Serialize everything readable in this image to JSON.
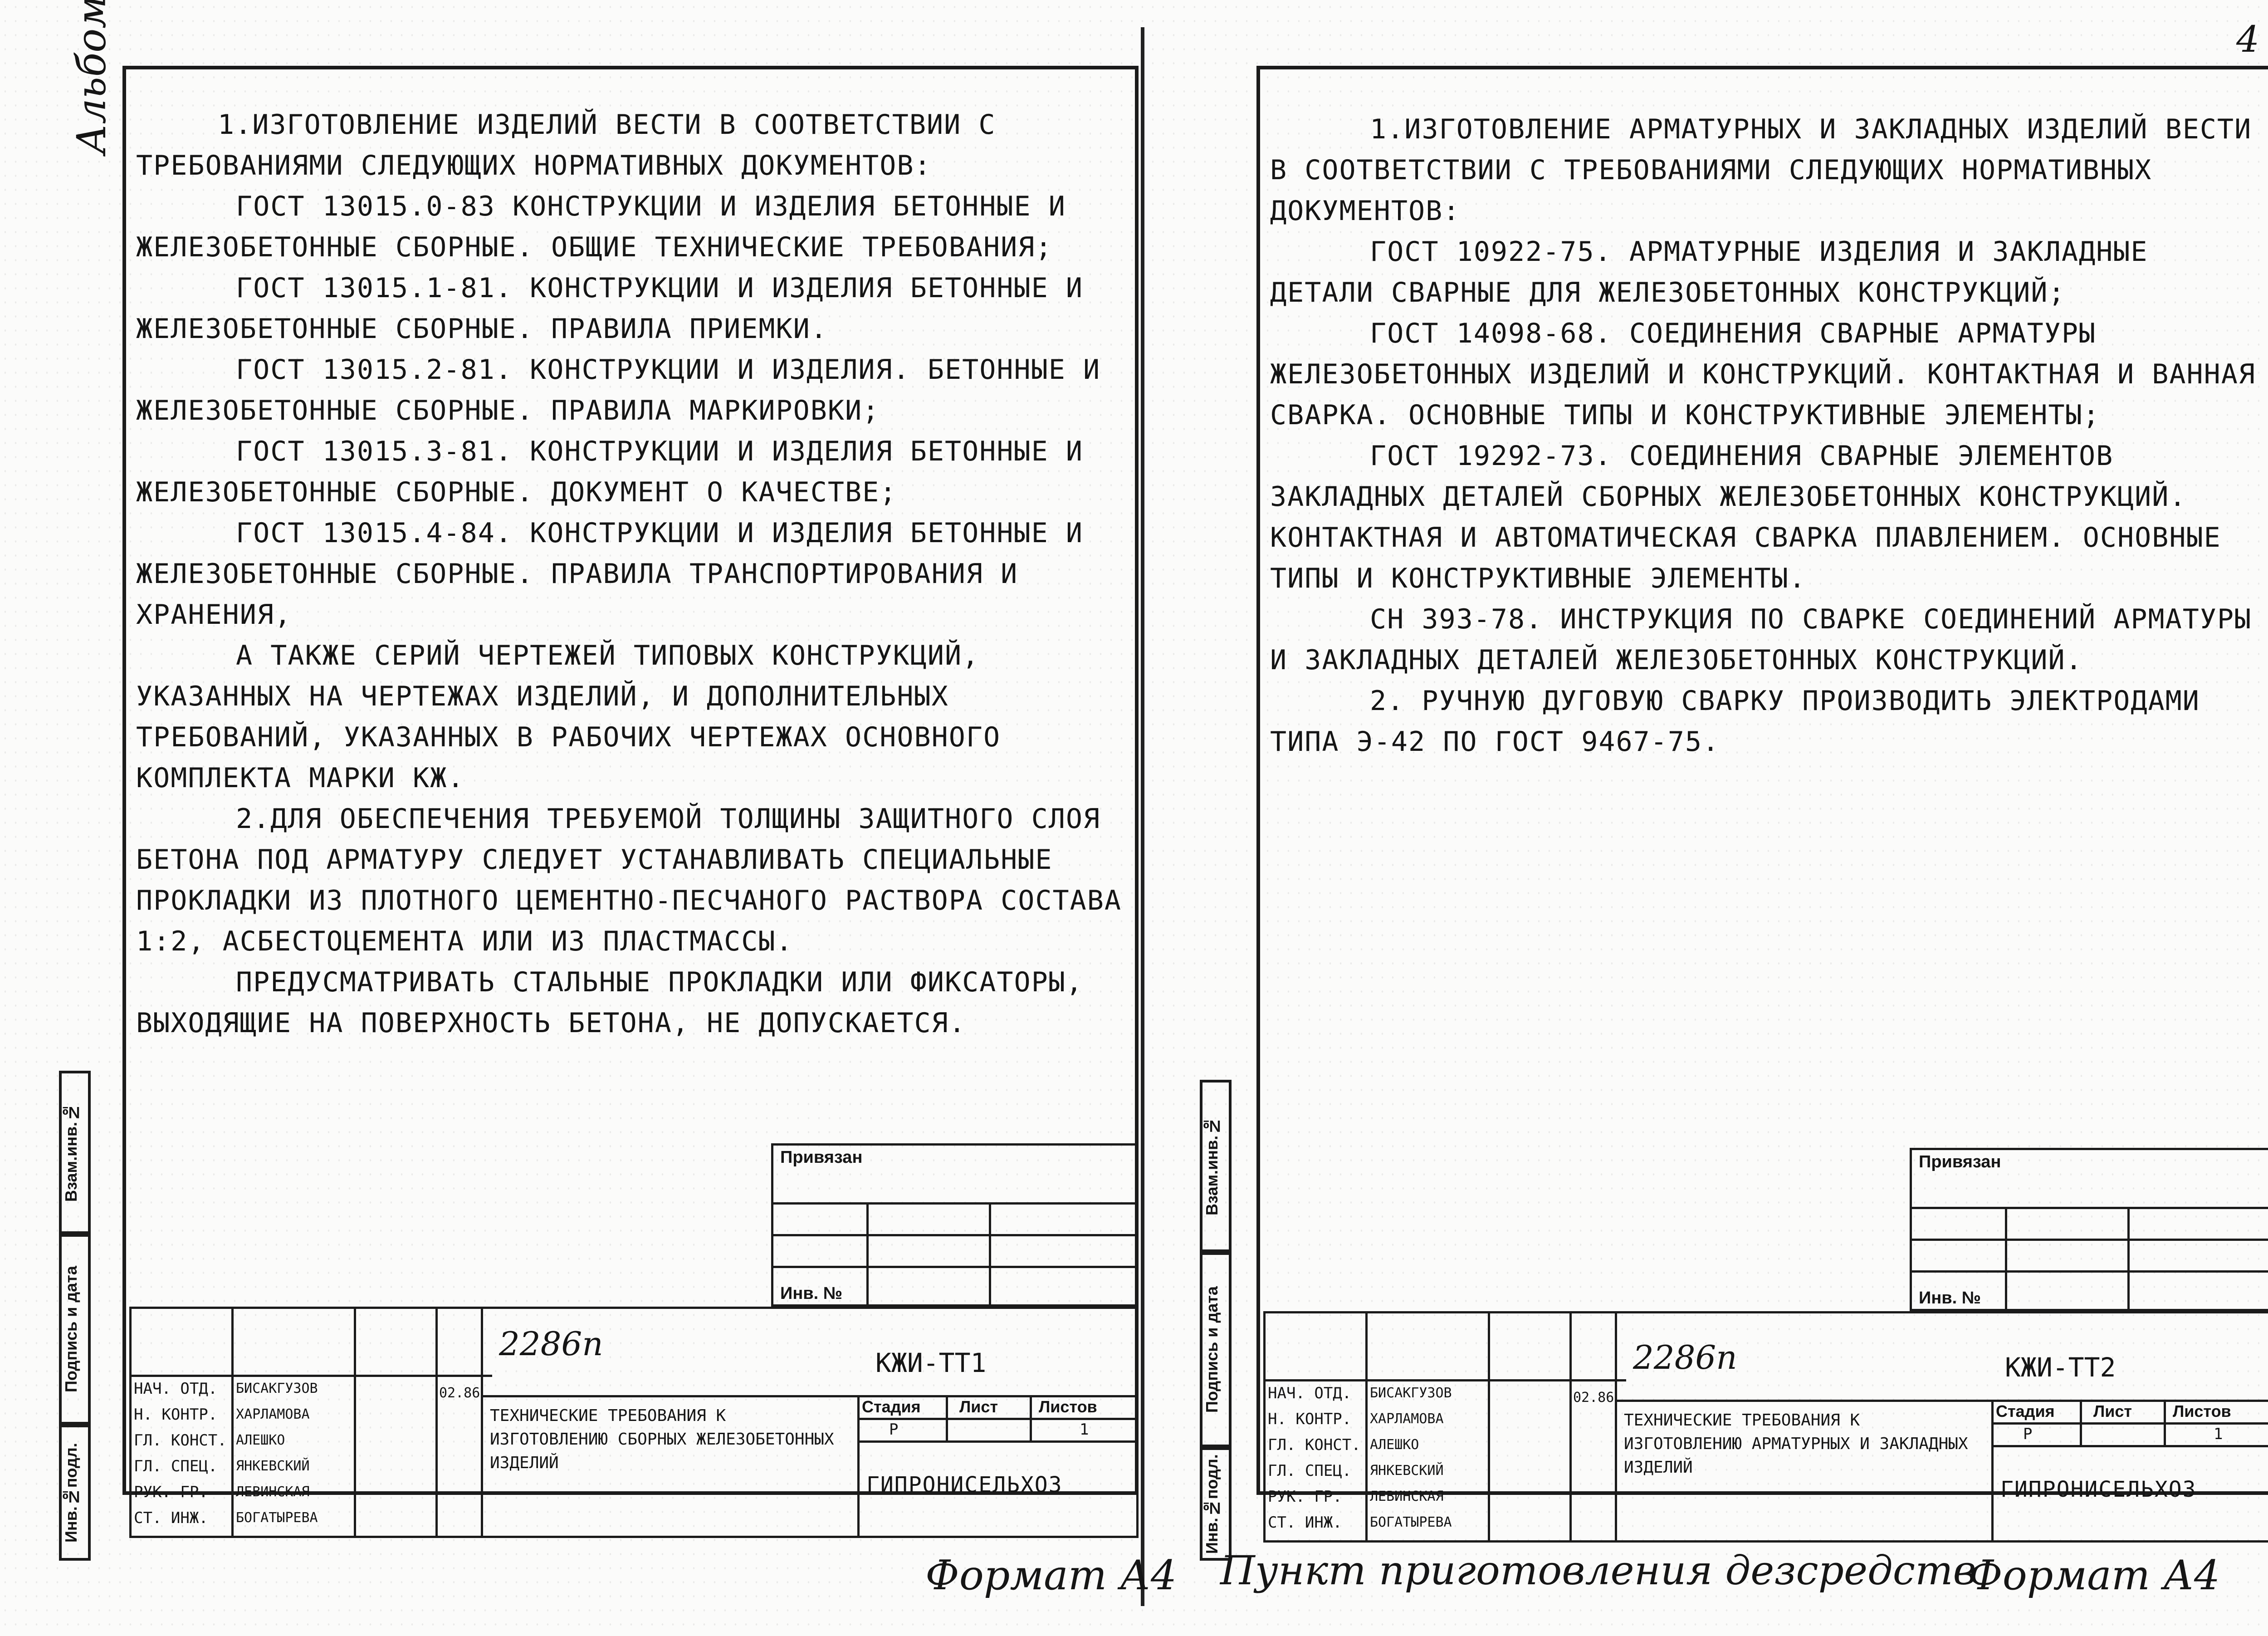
{
  "page_number": "4",
  "album_label": "Альбом V",
  "left": {
    "paragraphs": [
      "1.Изготовление изделий вести в соответствии с требованиями следующих нормативных документов:",
      "ГОСТ 13015.0-83 Конструкции и изделия бетонные и железобетонные сборные. Общие технические требования;",
      "ГОСТ 13015.1-81. Конструкции и изделия бетонные и железобетонные сборные. Правила приемки.",
      "ГОСТ 13015.2-81. Конструкции и изделия. бетонные и железобетонные сборные. Правила маркировки;",
      "ГОСТ 13015.3-81. Конструкции и изделия бетонные и железобетонные сборные. Документ о качестве;",
      "ГОСТ 13015.4-84. Конструкции и изделия бетонные и железобетонные сборные. Правила транспортирования и хранения,",
      "А также серий чертежей типовых конструкций, указанных на чертежах изделий, и дополнительных требований, указанных в рабочих чертежах основного комплекта марки КЖ.",
      "2.Для обеспечения требуемой толщины защитного слоя бетона под арматуру следует устанавливать специальные прокладки из плотного цементно-песчаного раствора состава 1:2, асбестоцемента или из пластмассы.",
      "Предусматривать стальные прокладки или фиксаторы, выходящие на поверхность бетона, не допускается."
    ],
    "stamp": {
      "privyazan": "Привязан",
      "inv_no": "Инв. №",
      "project_no": "2286п",
      "code": "КЖИ-ТТ1",
      "title": "Технические требования к изготовлению сборных железобетонных изделий",
      "stage_h": "Стадия",
      "sheet_h": "Лист",
      "sheets_h": "Листов",
      "stage": "Р",
      "sheet": "",
      "sheets": "1",
      "org": "ГИПРОНИСЕЛЬХОЗ",
      "date": "02.86",
      "roles": [
        "Нач. отд.",
        "Н. контр.",
        "Гл. конст.",
        "Гл. спец.",
        "Рук. гр.",
        "Ст. инж."
      ],
      "names": [
        "Бисакгузов",
        "Харламова",
        "Алешко",
        "Янкевский",
        "Левинская",
        "Богатырева"
      ],
      "vertical": [
        "Инв.№подл.",
        "Подпись и дата",
        "Взам.инв.№"
      ]
    },
    "footer": "Формат А4"
  },
  "right": {
    "paragraphs": [
      "1.Изготовление арматурных и закладных изделий вести в соответствии с требованиями следующих нормативных документов:",
      "ГОСТ 10922-75. Арматурные изделия и закладные детали сварные для железобетонных конструкций;",
      "ГОСТ 14098-68. Соединения сварные арматуры железобетонных изделий и конструкций. Контактная и ванная сварка. Основные типы и конструктивные элементы;",
      "ГОСТ 19292-73. Соединения сварные элементов закладных деталей сборных железобетонных конструкций. Контактная и автоматическая сварка плавлением. Основные типы и конструктивные элементы.",
      "СН 393-78. Инструкция по сварке соединений арматуры и закладных деталей железобетонных конструкций.",
      "2. Ручную дуговую сварку производить электродами типа Э-42 по ГОСТ 9467-75."
    ],
    "stamp": {
      "privyazan": "Привязан",
      "inv_no": "Инв. №",
      "project_no": "2286п",
      "code": "КЖИ-ТТ2",
      "title": "Технические требования к изготовлению арматурных и закладных изделий",
      "stage_h": "Стадия",
      "sheet_h": "Лист",
      "sheets_h": "Листов",
      "stage": "Р",
      "sheet": "",
      "sheets": "1",
      "org": "ГИПРОНИСЕЛЬХОЗ",
      "date": "02.86",
      "roles": [
        "Нач. отд.",
        "Н. контр.",
        "Гл. конст.",
        "Гл. спец.",
        "Рук. гр.",
        "Ст. инж."
      ],
      "names": [
        "Бисакгузов",
        "Харламова",
        "Алешко",
        "Янкевский",
        "Левинская",
        "Богатырева"
      ],
      "vertical": [
        "Инв.№подл.",
        "Подпись и дата",
        "Взам.инв.№"
      ]
    },
    "footer_left": "Пункт приготовления дезсредств",
    "footer": "Формат А4"
  }
}
